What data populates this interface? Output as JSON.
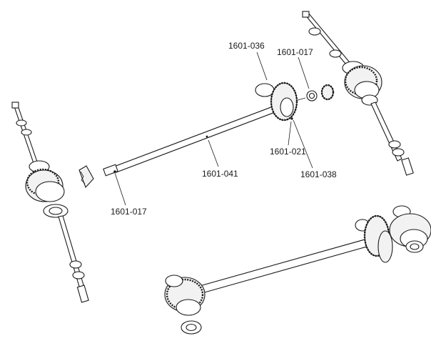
{
  "diagram": {
    "part_labels": [
      {
        "id": "a",
        "text": "1601-036"
      },
      {
        "id": "b",
        "text": "1601-017"
      },
      {
        "id": "c",
        "text": "1601-021"
      },
      {
        "id": "d",
        "text": "1601-038"
      },
      {
        "id": "e",
        "text": "1601-041"
      },
      {
        "id": "f",
        "text": "1601-017"
      }
    ]
  }
}
